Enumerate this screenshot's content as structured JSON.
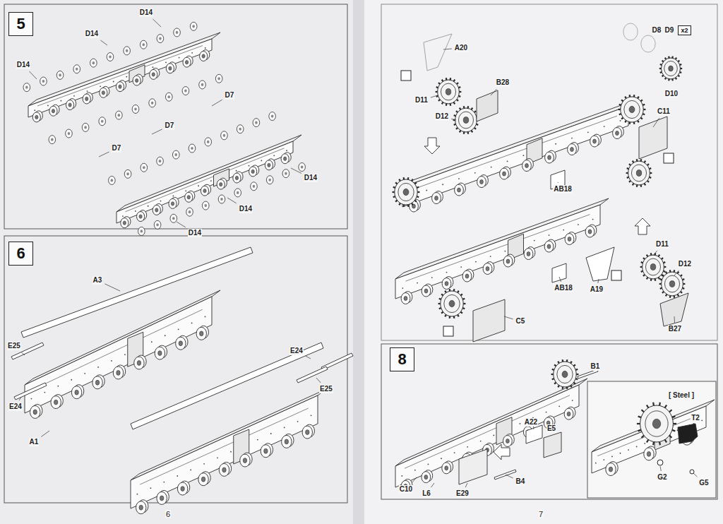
{
  "diagram": {
    "nodes": [
      {
        "text": [
          "5"
        ]
      },
      {
        "text": [
          "6"
        ]
      },
      {
        "text": [
          "x2"
        ]
      },
      {
        "text": [
          "8"
        ]
      }
    ],
    "labels": [
      "D14",
      "D14",
      "D14",
      "D7",
      "D7",
      "D7",
      "D14",
      "D14",
      "D14",
      "A3",
      "E25",
      "E24",
      "A1",
      "E24",
      "E25",
      "A20",
      "D8",
      "D9",
      "D11",
      "D12",
      "B28",
      "D10",
      "C11",
      "AB18",
      "AB18",
      "D11",
      "D12",
      "A19",
      "C5",
      "B27",
      "B1",
      "A22",
      "E5",
      "B4",
      "C10",
      "L6",
      "E29",
      "[ Steel ]",
      "T2",
      "G2",
      "G5",
      "6",
      "7"
    ]
  }
}
